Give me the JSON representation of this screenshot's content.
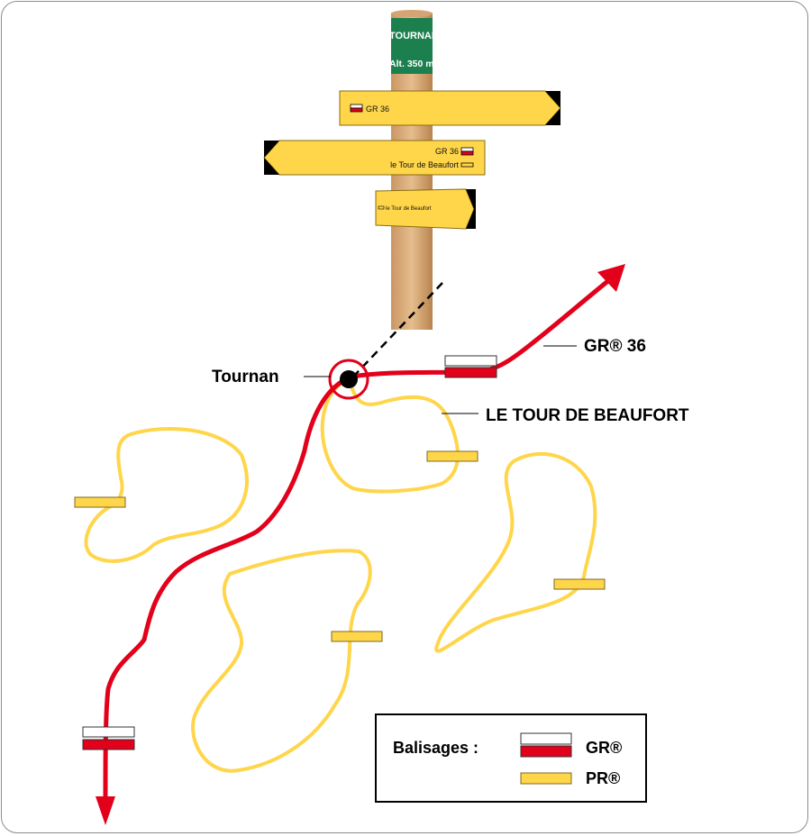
{
  "signpost": {
    "location_plate": "TOURNAN",
    "altitude_plate": "Alt. 350 m",
    "sign_right_label": "GR 36",
    "sign_left_line1": "GR 36",
    "sign_left_line2": "le Tour de Beaufort",
    "sign_small_label": "le Tour de Beaufort"
  },
  "map": {
    "place_label": "Tournan",
    "route_gr_label": "GR® 36",
    "route_pr_label": "LE TOUR DE BEAUFORT"
  },
  "legend": {
    "title": "Balisages :",
    "gr_label": "GR®",
    "pr_label": "PR®"
  },
  "colors": {
    "gr_red": "#e2001a",
    "pr_yellow": "#ffd54a",
    "sign_yellow": "#ffd54a",
    "plate_green": "#1c7f4e",
    "post_wood": "#d9ad7c"
  }
}
